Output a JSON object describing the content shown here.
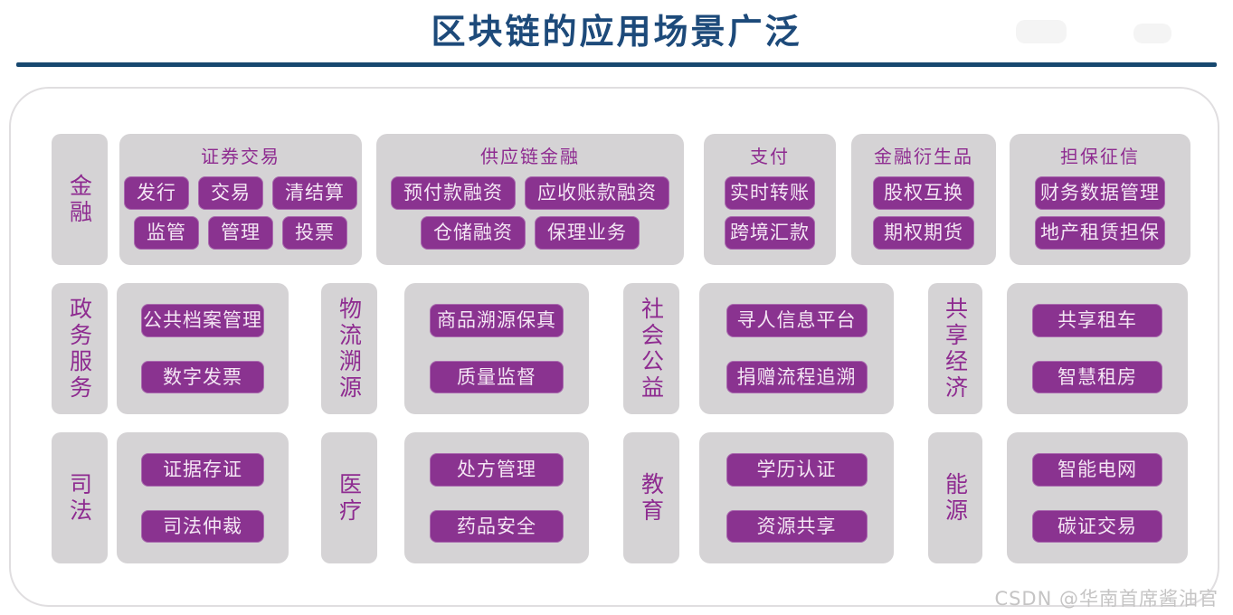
{
  "title": "区块链的应用场景广泛",
  "watermark": "CSDN @华南首席酱油官",
  "colors": {
    "title_text": "#1d4a7a",
    "divider": "#17486f",
    "tag_bg": "#8a3390",
    "tag_text": "#f4e6f4",
    "heading_text": "#8e2b90",
    "card_bg": "#d5d3d5",
    "board_border": "#e0dee0",
    "watermark_text": "#c5c4c4"
  },
  "rows": [
    {
      "blocks": [
        {
          "kind": "category",
          "label": "金融"
        },
        {
          "kind": "group",
          "title": "证券交易",
          "tag_rows": [
            [
              "发行",
              "交易",
              "清结算"
            ],
            [
              "监管",
              "管理",
              "投票"
            ]
          ]
        },
        {
          "kind": "group",
          "title": "供应链金融",
          "tag_rows": [
            [
              "预付款融资",
              "应收账款融资"
            ],
            [
              "仓储融资",
              "保理业务"
            ]
          ]
        },
        {
          "kind": "group",
          "title": "支付",
          "tag_rows": [
            [
              "实时转账"
            ],
            [
              "跨境汇款"
            ]
          ]
        },
        {
          "kind": "group",
          "title": "金融衍生品",
          "tag_rows": [
            [
              "股权互换"
            ],
            [
              "期权期货"
            ]
          ]
        },
        {
          "kind": "group",
          "title": "担保征信",
          "tag_rows": [
            [
              "财务数据管理"
            ],
            [
              "地产租赁担保"
            ]
          ]
        }
      ]
    },
    {
      "blocks": [
        {
          "kind": "category",
          "label": "政务服务"
        },
        {
          "kind": "group",
          "title": "",
          "tag_rows": [
            [
              "公共档案管理"
            ],
            [
              "数字发票"
            ]
          ]
        },
        {
          "kind": "category",
          "label": "物流溯源"
        },
        {
          "kind": "group",
          "title": "",
          "tag_rows": [
            [
              "商品溯源保真"
            ],
            [
              "质量监督"
            ]
          ]
        },
        {
          "kind": "category",
          "label": "社会公益"
        },
        {
          "kind": "group",
          "title": "",
          "tag_rows": [
            [
              "寻人信息平台"
            ],
            [
              "捐赠流程追溯"
            ]
          ]
        },
        {
          "kind": "category",
          "label": "共享经济"
        },
        {
          "kind": "group",
          "title": "",
          "tag_rows": [
            [
              "共享租车"
            ],
            [
              "智慧租房"
            ]
          ]
        }
      ]
    },
    {
      "blocks": [
        {
          "kind": "category",
          "label": "司法"
        },
        {
          "kind": "group",
          "title": "",
          "tag_rows": [
            [
              "证据存证"
            ],
            [
              "司法仲裁"
            ]
          ]
        },
        {
          "kind": "category",
          "label": "医疗"
        },
        {
          "kind": "group",
          "title": "",
          "tag_rows": [
            [
              "处方管理"
            ],
            [
              "药品安全"
            ]
          ]
        },
        {
          "kind": "category",
          "label": "教育"
        },
        {
          "kind": "group",
          "title": "",
          "tag_rows": [
            [
              "学历认证"
            ],
            [
              "资源共享"
            ]
          ]
        },
        {
          "kind": "category",
          "label": "能源"
        },
        {
          "kind": "group",
          "title": "",
          "tag_rows": [
            [
              "智能电网"
            ],
            [
              "碳证交易"
            ]
          ]
        }
      ]
    }
  ]
}
